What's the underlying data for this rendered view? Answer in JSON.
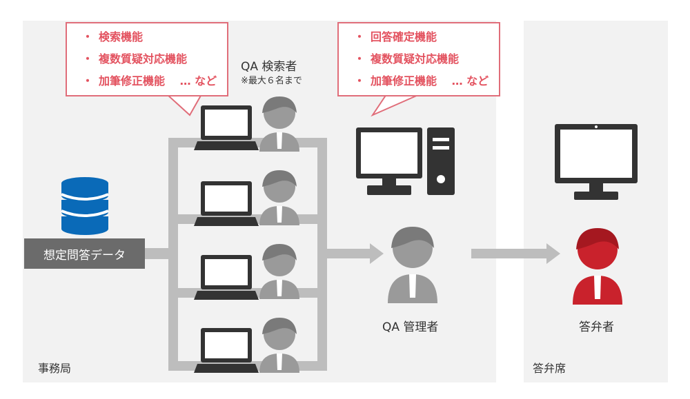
{
  "areas": {
    "office": "事務局",
    "answer_seat": "答弁席"
  },
  "database": {
    "label": "想定問答データ"
  },
  "search_team": {
    "title": "QA 検索者",
    "note": "※最大６名まで"
  },
  "callout_search": {
    "items": [
      "検索機能",
      "複数質疑対応機能",
      "加筆修正機能　 … など"
    ]
  },
  "callout_manager": {
    "items": [
      "回答確定機能",
      "複数質疑対応機能",
      "加筆修正機能　 … など"
    ]
  },
  "manager": {
    "label": "QA 管理者"
  },
  "respondent": {
    "label": "答弁者"
  },
  "bullet": "・",
  "colors": {
    "panel": "#f2f2f2",
    "callout_border": "#e06d79",
    "callout_text": "#e3525f",
    "database": "#0a6ab8",
    "person_gray": "#9a9a9a",
    "respondent_red": "#c9222c",
    "device": "#333333",
    "connector": "#bdbdbd"
  }
}
